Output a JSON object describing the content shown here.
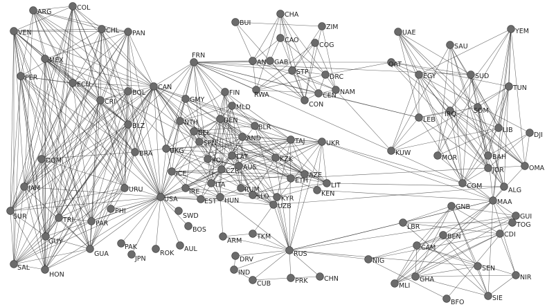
{
  "nodes": [
    {
      "id": "ARG",
      "label": "ARG"
    },
    {
      "id": "COL",
      "label": "COL"
    },
    {
      "id": "VEN",
      "label": "VEN"
    },
    {
      "id": "CHL",
      "label": "CHL"
    },
    {
      "id": "PAN",
      "label": "PAN"
    },
    {
      "id": "MEX",
      "label": "MEX"
    },
    {
      "id": "PER",
      "label": "PER"
    },
    {
      "id": "ECU",
      "label": "ECU"
    },
    {
      "id": "BOL",
      "label": "BOL"
    },
    {
      "id": "CAN",
      "label": "CAN"
    },
    {
      "id": "CRI",
      "label": "CRI"
    },
    {
      "id": "BLZ",
      "label": "BLZ"
    },
    {
      "id": "BRA",
      "label": "BRA"
    },
    {
      "id": "DOM",
      "label": "DOM"
    },
    {
      "id": "URU",
      "label": "URU"
    },
    {
      "id": "JAM",
      "label": "JAM"
    },
    {
      "id": "SUR",
      "label": "SUR"
    },
    {
      "id": "TRI",
      "label": "TRI"
    },
    {
      "id": "PAR",
      "label": "PAR"
    },
    {
      "id": "PHI",
      "label": "PHI"
    },
    {
      "id": "GUY",
      "label": "GUY"
    },
    {
      "id": "GUA",
      "label": "GUA"
    },
    {
      "id": "SAL",
      "label": "SAL"
    },
    {
      "id": "HON",
      "label": "HON"
    },
    {
      "id": "USA",
      "label": "USA"
    },
    {
      "id": "PAK",
      "label": "PAK"
    },
    {
      "id": "JPN",
      "label": "JPN"
    },
    {
      "id": "ROK",
      "label": "ROK"
    },
    {
      "id": "AUL",
      "label": "AUL"
    },
    {
      "id": "SWD",
      "label": "SWD"
    },
    {
      "id": "BOS",
      "label": "BOS"
    },
    {
      "id": "IRE",
      "label": "IRE"
    },
    {
      "id": "ICE",
      "label": "ICE"
    },
    {
      "id": "UKG",
      "label": "UKG"
    },
    {
      "id": "FRN",
      "label": "FRN"
    },
    {
      "id": "GMY",
      "label": "GMY"
    },
    {
      "id": "FIN",
      "label": "FIN"
    },
    {
      "id": "MLD",
      "label": "MLD"
    },
    {
      "id": "DEN",
      "label": "DEN"
    },
    {
      "id": "BLR",
      "label": "BLR"
    },
    {
      "id": "AND",
      "label": "AND"
    },
    {
      "id": "SPN",
      "label": "SPN"
    },
    {
      "id": "POL",
      "label": "POL"
    },
    {
      "id": "CZR",
      "label": "CZR"
    },
    {
      "id": "AUS",
      "label": "AUS"
    },
    {
      "id": "HUN",
      "label": "HUN"
    },
    {
      "id": "RUM",
      "label": "RUM"
    },
    {
      "id": "SLO",
      "label": "SLO"
    },
    {
      "id": "EST",
      "label": "EST"
    },
    {
      "id": "LAT",
      "label": "LAT"
    },
    {
      "id": "NTH",
      "label": "NTH"
    },
    {
      "id": "BEL",
      "label": "BEL"
    },
    {
      "id": "ITA",
      "label": "ITA"
    },
    {
      "id": "TAJ",
      "label": "TAJ"
    },
    {
      "id": "UKR",
      "label": "UKR"
    },
    {
      "id": "KZK",
      "label": "KZK"
    },
    {
      "id": "AZE",
      "label": "AZE"
    },
    {
      "id": "ETH",
      "label": "ETH"
    },
    {
      "id": "LIT",
      "label": "LIT"
    },
    {
      "id": "KEN",
      "label": "KEN"
    },
    {
      "id": "KYR",
      "label": "KYR"
    },
    {
      "id": "UZB",
      "label": "UZB"
    },
    {
      "id": "ARM",
      "label": "ARM"
    },
    {
      "id": "TKM",
      "label": "TKM"
    },
    {
      "id": "RUS",
      "label": "RUS"
    },
    {
      "id": "DRV",
      "label": "DRV"
    },
    {
      "id": "IND",
      "label": "IND"
    },
    {
      "id": "CUB",
      "label": "CUB"
    },
    {
      "id": "PRK",
      "label": "PRK"
    },
    {
      "id": "CHN",
      "label": "CHN"
    },
    {
      "id": "BUI",
      "label": "BUI"
    },
    {
      "id": "CHA",
      "label": "CHA"
    },
    {
      "id": "ZIM",
      "label": "ZIM"
    },
    {
      "id": "CAO",
      "label": "CAO"
    },
    {
      "id": "COG",
      "label": "COG"
    },
    {
      "id": "ANG",
      "label": "ANG"
    },
    {
      "id": "GAB",
      "label": "GAB"
    },
    {
      "id": "STP",
      "label": "STP"
    },
    {
      "id": "DRC",
      "label": "DRC"
    },
    {
      "id": "RWA",
      "label": "RWA"
    },
    {
      "id": "CEN",
      "label": "CEN"
    },
    {
      "id": "NAM",
      "label": "NAM"
    },
    {
      "id": "CON",
      "label": "CON"
    },
    {
      "id": "UAE",
      "label": "UAE"
    },
    {
      "id": "YEM",
      "label": "YEM"
    },
    {
      "id": "SAU",
      "label": "SAU"
    },
    {
      "id": "QAT",
      "label": "QAT"
    },
    {
      "id": "EGY",
      "label": "EGY"
    },
    {
      "id": "SUD",
      "label": "SUD"
    },
    {
      "id": "TUN",
      "label": "TUN"
    },
    {
      "id": "SOM",
      "label": "SOM"
    },
    {
      "id": "IRQ",
      "label": "IRQ"
    },
    {
      "id": "LEB",
      "label": "LEB"
    },
    {
      "id": "LIB",
      "label": "LIB"
    },
    {
      "id": "DJI",
      "label": "DJI"
    },
    {
      "id": "KUW",
      "label": "KUW"
    },
    {
      "id": "MOR",
      "label": "MOR"
    },
    {
      "id": "BAH",
      "label": "BAH"
    },
    {
      "id": "JOR",
      "label": "JOR"
    },
    {
      "id": "OMA",
      "label": "OMA"
    },
    {
      "id": "COM",
      "label": "COM"
    },
    {
      "id": "ALG",
      "label": "ALG"
    },
    {
      "id": "MAA",
      "label": "MAA"
    },
    {
      "id": "GNB",
      "label": "GNB"
    },
    {
      "id": "GUI",
      "label": "GUI"
    },
    {
      "id": "TOG",
      "label": "TOG"
    },
    {
      "id": "LBR",
      "label": "LBR"
    },
    {
      "id": "BEN",
      "label": "BEN"
    },
    {
      "id": "CDI",
      "label": "CDI"
    },
    {
      "id": "CAM",
      "label": "CAM"
    },
    {
      "id": "NIG",
      "label": "NIG"
    },
    {
      "id": "SEN",
      "label": "SEN"
    },
    {
      "id": "NIR",
      "label": "NIR"
    },
    {
      "id": "MLI",
      "label": "MLI"
    },
    {
      "id": "GHA",
      "label": "GHA"
    },
    {
      "id": "BFO",
      "label": "BFO"
    },
    {
      "id": "SIE",
      "label": "SIE"
    }
  ],
  "colors": {
    "node": "#6b6b6b",
    "edge": "#2b2b2b",
    "label": "#1e1e1e"
  }
}
